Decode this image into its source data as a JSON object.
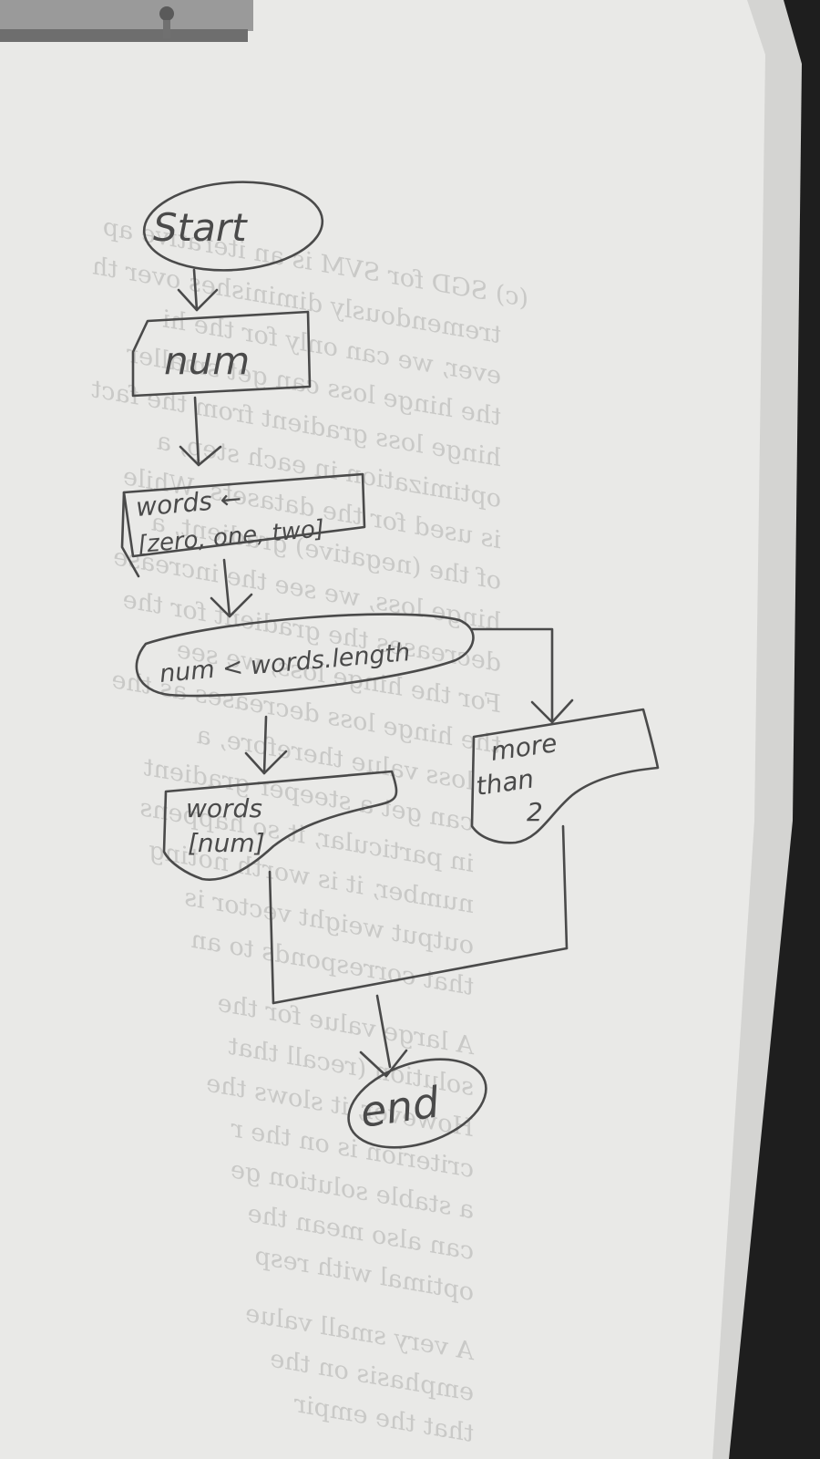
{
  "flowchart": {
    "start_label": "Start",
    "input_label": "num",
    "assign_line1": "words ←",
    "assign_line2": "[zero, one, two]",
    "decision_label": "num < words.length",
    "output_true_line1": "words",
    "output_true_line2": "[num]",
    "output_false_line1": "more",
    "output_false_line2": "than",
    "output_false_line3": "2",
    "end_label": "end"
  },
  "colors": {
    "pencil": "#4a4a4a",
    "paper": "#e9e9e7",
    "desk": "#b06f35",
    "clip": "#9a9a9a",
    "bleed_through_text": "#c9c9c7"
  },
  "bleed_through_text": [
    "(c) SGD for SVM is an iterative ap",
    "tremendously diminishes over th",
    "ever, we can only for the hi",
    "the hinge loss can get smaller",
    "hinge loss gradient from the fact",
    "optimization in each step, a",
    "is used for the datasets. While",
    "of the (negative) gradient, a",
    "hinge loss, we see the increase",
    "decreases the gradient for the",
    "For the hinge loss, we see",
    "the hinge loss decreases as the",
    "loss value therefore, a",
    "can get a steeper gradient",
    "in particular, it so happens",
    "number, it is worth noting",
    "output weight vector is",
    "that corresponds to an",
    "A large value for the",
    "solution (recall that",
    "However, it slows the",
    "criterion is on the r",
    "a stable solution ge",
    "can also mean the",
    "optimal with resp",
    "A very small value",
    "emphasis on the",
    "that the empir"
  ]
}
